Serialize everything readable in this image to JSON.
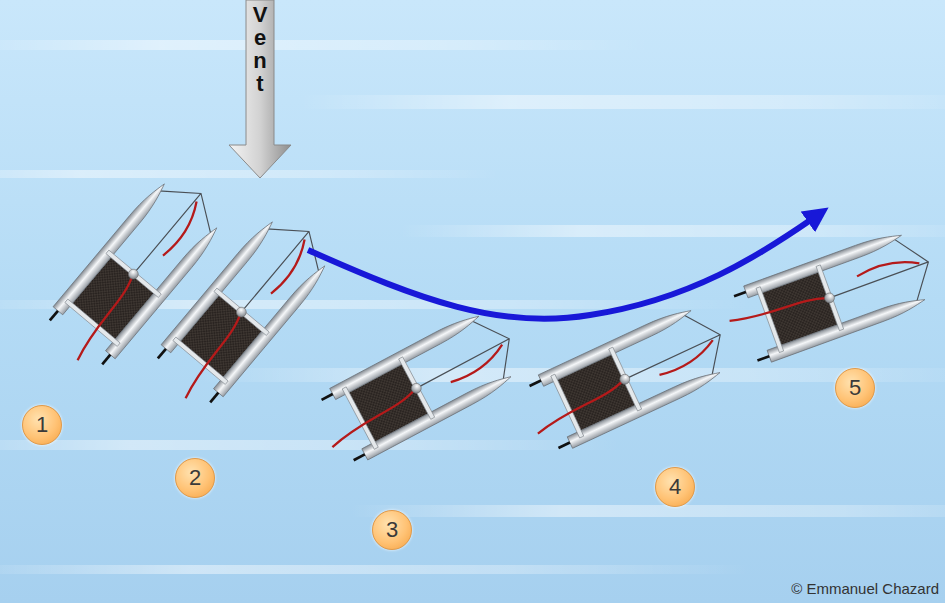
{
  "diagram": {
    "nodes": [
      {
        "text": [
          "Vent"
        ]
      },
      {
        "text": [
          "1"
        ]
      },
      {
        "text": [
          "2"
        ]
      },
      {
        "text": [
          "3"
        ]
      },
      {
        "text": [
          "4"
        ]
      },
      {
        "text": [
          "5"
        ]
      }
    ],
    "labels": [
      "© Emmanuel Chazard"
    ]
  }
}
